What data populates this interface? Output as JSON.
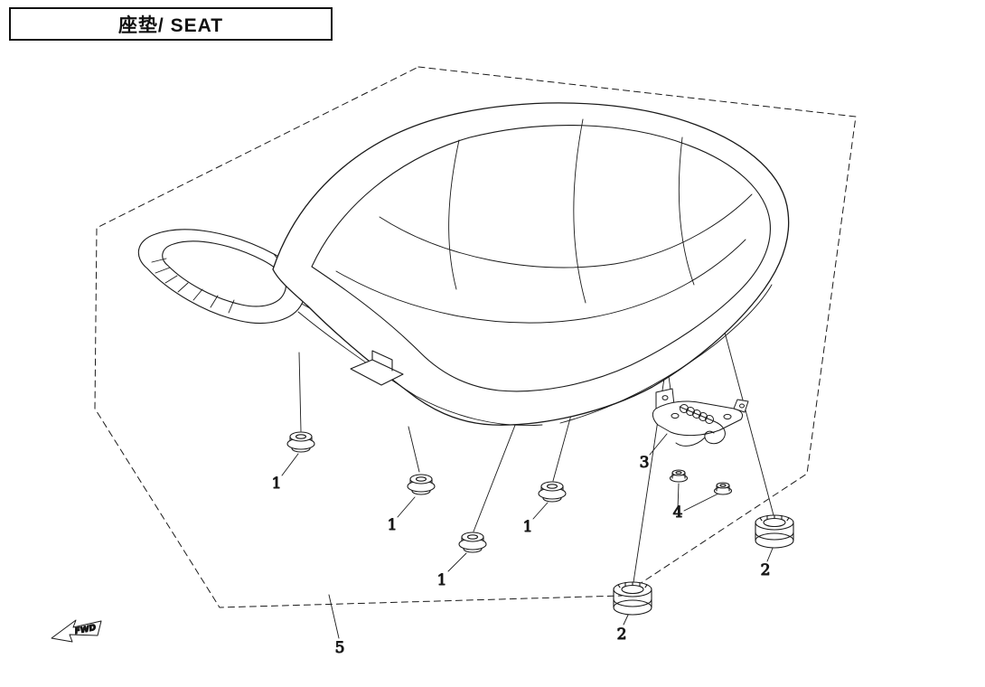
{
  "header": {
    "title": "座垫/ SEAT"
  },
  "diagram": {
    "fwd_label": "FWD",
    "callouts": {
      "c1": "1",
      "c2": "2",
      "c3": "3",
      "c4": "4",
      "c5": "5"
    }
  }
}
